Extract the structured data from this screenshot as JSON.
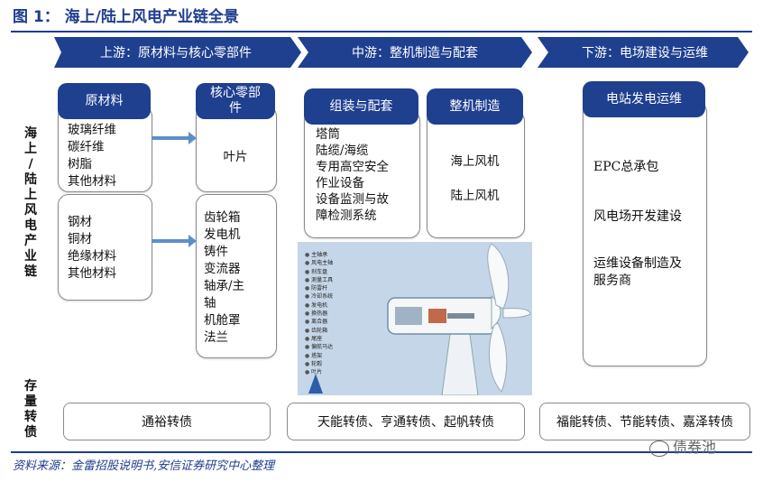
{
  "figure_title": "图 1：  海上/陆上风电产业链全景",
  "stages": {
    "upstream": "上游：原材料与核心零部件",
    "midstream": "中游：整机制造与配套",
    "downstream": "下游：电场建设与运维"
  },
  "side_labels": {
    "chain": [
      "海",
      "上",
      "/",
      "陆",
      "上",
      "风",
      "电",
      "产",
      "业",
      "链"
    ],
    "bonds": [
      "存",
      "量",
      "转",
      "债"
    ]
  },
  "upstream": {
    "raw_title": "原材料",
    "raw_group1": [
      "玻璃纤维",
      "碳纤维",
      "树脂",
      "其他材料"
    ],
    "raw_group2": [
      "钢材",
      "铜材",
      "绝缘材料",
      "其他材料"
    ],
    "core_title": "核心零部件",
    "core_group1": [
      "叶片"
    ],
    "core_group2": [
      "齿轮箱",
      "发电机",
      "铸件",
      "变流器",
      "轴承/主",
      "轴",
      "机舱罩",
      "法兰"
    ]
  },
  "midstream": {
    "assembly_title": "组装与配套",
    "assembly_items": [
      "塔筒",
      "陆缆/海缆",
      "专用高空安全",
      "作业设备",
      "设备监测与故",
      "障检测系统"
    ],
    "turbine_title": "整机制造",
    "turbine_items": [
      "海上风机",
      "陆上风机"
    ],
    "diagram_legend": [
      "主轴承",
      "风电主轴",
      "刹车盘",
      "测量工具",
      "防雷杆",
      "冷却系统",
      "发电机",
      "换热器",
      "离合器",
      "齿轮箱",
      "尾座",
      "偏航马达",
      "塔架",
      "轮毂",
      "叶片"
    ]
  },
  "downstream": {
    "title": "电站发电运维",
    "items": [
      "EPC总承包",
      "风电场开发建设",
      "运维设备制造及",
      "服务商"
    ]
  },
  "bonds": {
    "upstream": "通裕转债",
    "midstream": "天能转债、亨通转债、起帆转债",
    "downstream": "福能转债、节能转债、嘉泽转债"
  },
  "source": "资料来源：金雷招股说明书,安信证券研究中心整理",
  "watermark": "债券池",
  "colors": {
    "primary": "#1f3f8f",
    "arrow": "#5b8fc7",
    "diagram_bg": "#c5d6e8"
  }
}
